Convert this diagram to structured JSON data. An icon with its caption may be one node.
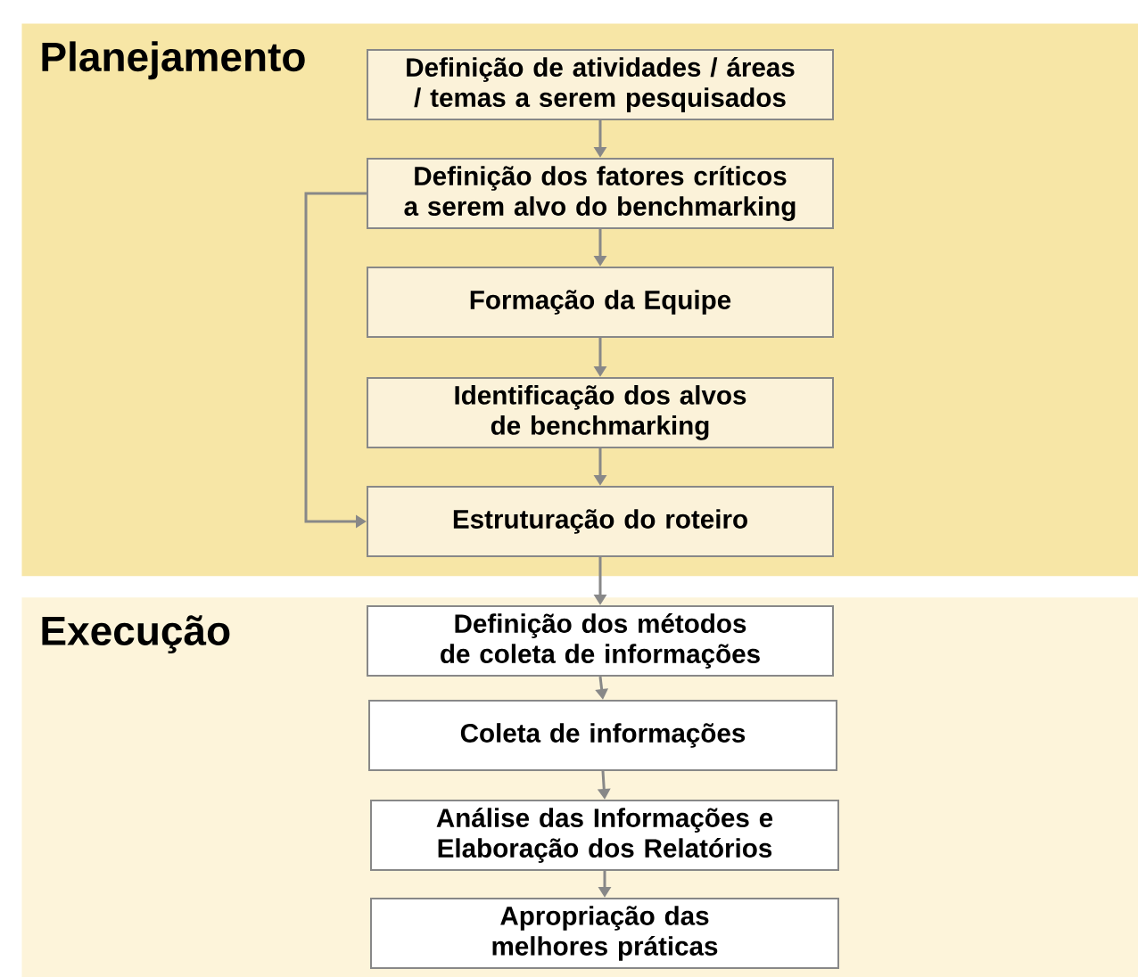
{
  "diagram": {
    "nodes": [
      {
        "text": [
          "Planejamento"
        ]
      },
      {
        "text": [
          "Definição de atividades / áreas / temas a serem pesquisados"
        ],
        "in": 0
      },
      {
        "text": [
          "Definição dos fatores críticos a serem alvo do benchmarking"
        ],
        "in": 0
      },
      {
        "text": [
          "Formação da Equipe"
        ],
        "in": 0
      },
      {
        "text": [
          "Identificação dos alvos de benchmarking"
        ],
        "in": 0
      },
      {
        "text": [
          "Estruturação do roteiro"
        ],
        "in": 0
      },
      {
        "text": [
          "Execução"
        ]
      },
      {
        "text": [
          "Definição dos métodos de coleta de informações"
        ],
        "in": 6
      },
      {
        "text": [
          "Coleta de informações"
        ],
        "in": 6
      },
      {
        "text": [
          "Análise das Informações e Elaboração dos Relatórios"
        ],
        "in": 6
      },
      {
        "text": [
          "Apropriação das melhores práticas"
        ],
        "in": 6
      }
    ],
    "edges": [
      {
        "from": 1,
        "to": 2,
        "arrow": "to"
      },
      {
        "from": 2,
        "to": 3,
        "arrow": "to"
      },
      {
        "from": 3,
        "to": 4,
        "arrow": "to"
      },
      {
        "from": 4,
        "to": 5,
        "arrow": "to"
      },
      {
        "from": 2,
        "to": 5,
        "arrow": "to"
      },
      {
        "from": 5,
        "to": 7,
        "arrow": "to"
      },
      {
        "from": 7,
        "to": 8,
        "arrow": "to"
      },
      {
        "from": 8,
        "to": 9,
        "arrow": "to"
      },
      {
        "from": 9,
        "to": 10,
        "arrow": "to"
      }
    ]
  }
}
